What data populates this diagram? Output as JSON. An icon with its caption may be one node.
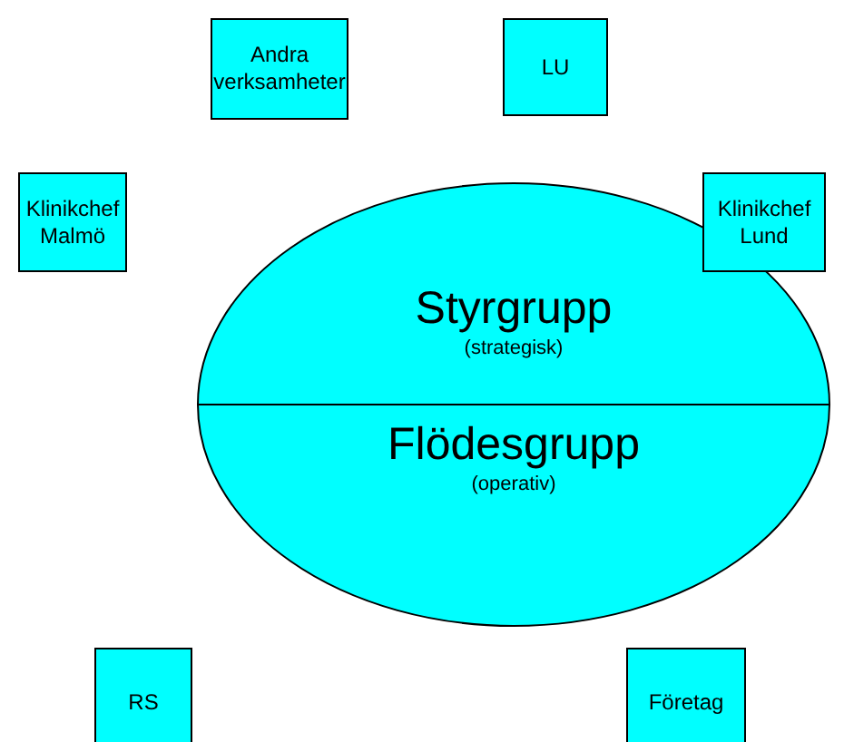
{
  "diagram": {
    "nodes": [
      {
        "text": [
          "Andra verksamheter"
        ]
      },
      {
        "text": [
          "LU"
        ]
      },
      {
        "text": [
          "Klinikchef Malmö"
        ]
      },
      {
        "text": [
          "Klinikchef Lund"
        ]
      },
      {
        "text": [],
        "shape": "circle"
      },
      {
        "text": [
          "Styrgrupp",
          "(strategisk)"
        ],
        "in": 4
      },
      {
        "text": [
          "Flödesgrupp",
          "(operativ)"
        ],
        "in": 4
      },
      {
        "text": [
          "RS"
        ]
      },
      {
        "text": [
          "Företag"
        ]
      }
    ],
    "edges": []
  }
}
